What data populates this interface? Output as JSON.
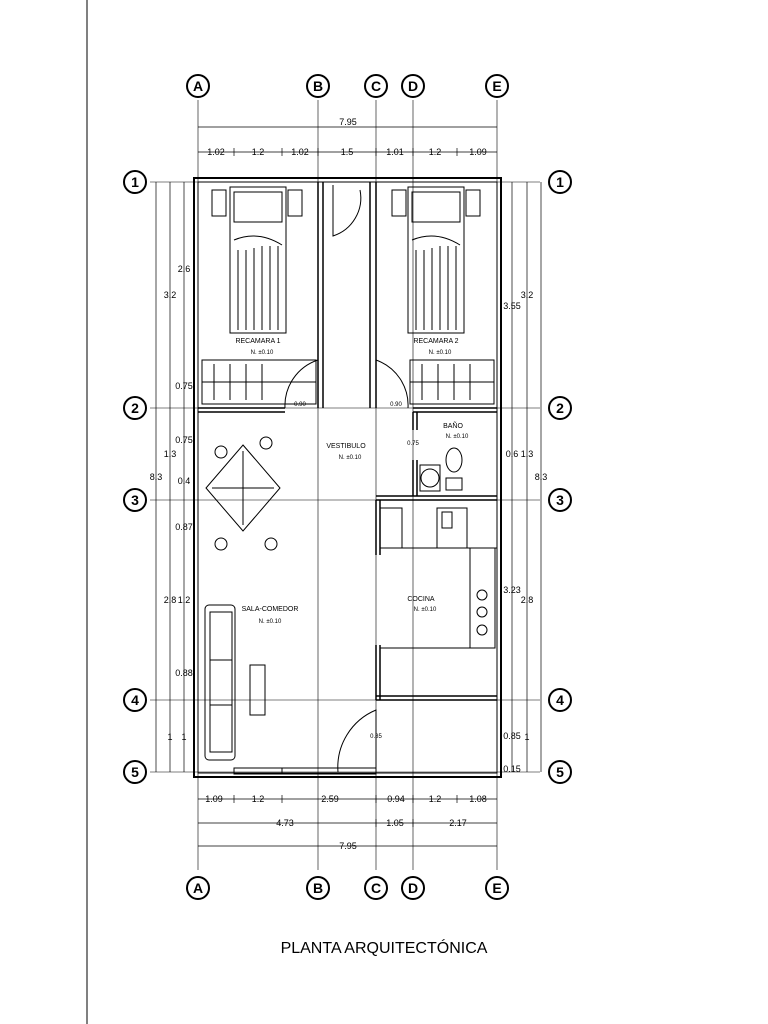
{
  "title": "PLANTA ARQUITECTÓNICA",
  "axes": {
    "columns": [
      "A",
      "B",
      "C",
      "D",
      "E"
    ],
    "rows": [
      "1",
      "2",
      "3",
      "4",
      "5"
    ]
  },
  "dimensions": {
    "top_total": "7.95",
    "top_segments": [
      "1.02",
      "1.2",
      "1.02",
      "1.5",
      "1.01",
      "1.2",
      "1.09"
    ],
    "bottom_segments": [
      "1.09",
      "1.2",
      "2.59",
      "0.94",
      "1.2",
      "1.08"
    ],
    "bottom_sub": [
      "4.73",
      "1.05",
      "2.17"
    ],
    "bottom_total": "7.95",
    "left_outer": "8.3",
    "left_mid": [
      "3.2",
      "1.3",
      "2.8",
      "1"
    ],
    "left_inner": [
      "2.6",
      "0.75",
      "0.75",
      "0.4",
      "0.87",
      "1.2",
      "0.88",
      "1"
    ],
    "right_outer": "8.3",
    "right_mid": [
      "3.2",
      "1.3",
      "2.8",
      "1"
    ],
    "right_inner": [
      "3.55",
      "0.6",
      "3.23",
      "0.85",
      "0.15"
    ]
  },
  "rooms": {
    "recamara1": "RECAMARA 1",
    "recamara2": "RECAMARA 2",
    "vestibulo": "VESTIBULO",
    "bano": "BAÑO",
    "cocina": "COCINA",
    "sala": "SALA-COMEDOR"
  },
  "levels": {
    "recamara1": "N. ±0.10",
    "recamara2": "N. ±0.10",
    "vestibulo": "N. ±0.10",
    "bano": "N. ±0.10",
    "cocina": "N. ±0.10",
    "sala": "N. ±0.10"
  },
  "doors": {
    "d1": "0.90",
    "d2": "0.90",
    "bano": "0.75",
    "entrada": "0.85"
  }
}
